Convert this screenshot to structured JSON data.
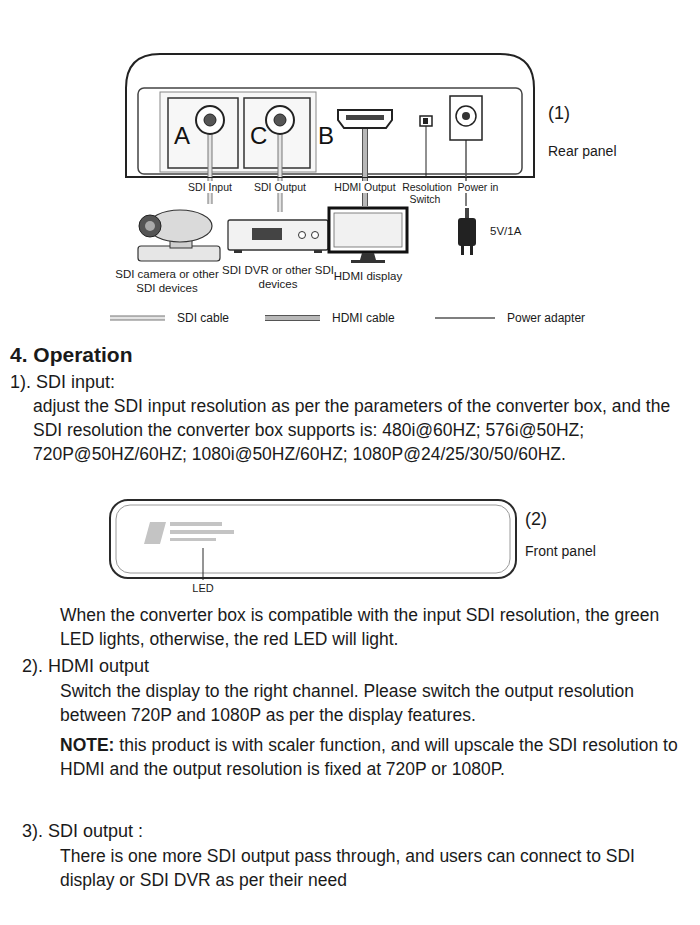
{
  "diagram": {
    "title": "4. Operation",
    "nodes": [
      {
        "text": [
          "A",
          "C",
          "B"
        ]
      },
      {
        "text": [
          "SDI camera or other SDI devices"
        ]
      },
      {
        "text": [
          "SDI DVR or other SDI devices"
        ]
      },
      {
        "text": [
          "HDMI display"
        ]
      },
      {
        "text": [
          "5V/1A"
        ]
      }
    ],
    "edges": [
      {
        "from": 0,
        "to": 1,
        "arrow": "none"
      },
      {
        "from": 0,
        "to": 2,
        "arrow": "none"
      },
      {
        "from": 0,
        "to": 3,
        "arrow": "none"
      },
      {
        "from": 0,
        "to": 4,
        "arrow": "none"
      }
    ],
    "labels": [
      "(1)",
      "Rear panel",
      "SDI Input",
      "SDI Output",
      "HDMI Output",
      "Resolution Switch",
      "Power in",
      "1). SDI input:",
      "adjust the SDI input resolution as per the parameters of the converter box, and the SDI resolution the converter box supports is: 480i@60HZ; 576i@50HZ; 720P@50HZ/60HZ; 1080i@50HZ/60HZ; 1080P@24/25/30/50/60HZ.",
      "(2)",
      "Front panel",
      "LED",
      "When the converter box is compatible with the input SDI resolution, the green LED lights, otherwise, the red LED will light.",
      "2). HDMI output",
      "Switch the display to the right channel. Please switch the output resolution between 720P and 1080P as per the display features.",
      "NOTE:",
      "this product is with scaler function, and will upscale the SDI resolution to HDMI and the output resolution is fixed at 720P or 1080P.",
      "3). SDI output :",
      "There is one more SDI output pass through, and users can connect to SDI display or SDI DVR as per their need"
    ],
    "legend": [
      {
        "text": "SDI cable"
      },
      {
        "text": "HDMI cable"
      },
      {
        "text": "Power adapter"
      }
    ]
  }
}
